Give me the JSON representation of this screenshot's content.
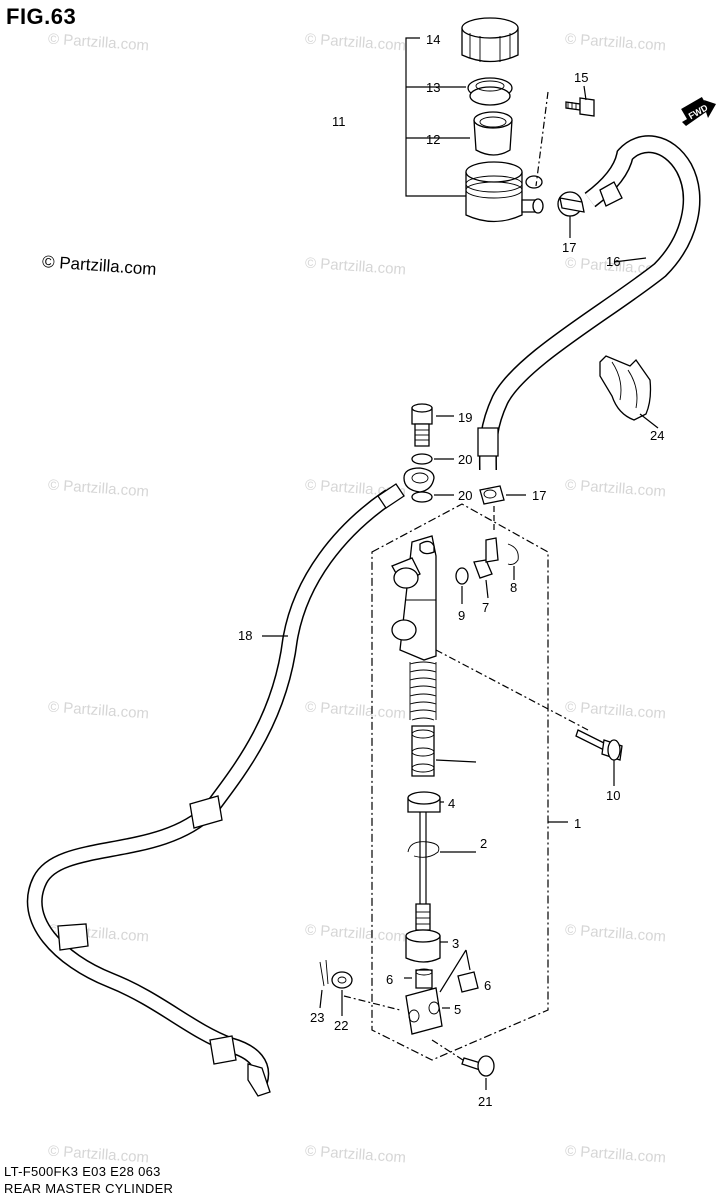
{
  "figure": {
    "title": "FIG.63",
    "model_code": "LT-F500FK3 E03 E28  063",
    "caption": "REAR MASTER CYLINDER"
  },
  "watermark": {
    "text": "© Partzilla.com",
    "strong_text": "© Partzilla.com"
  },
  "direction_badge": {
    "label": "FWD"
  },
  "callouts": [
    "1",
    "2",
    "3",
    "4",
    "5",
    "6",
    "6",
    "7",
    "8",
    "9",
    "10",
    "11",
    "12",
    "13",
    "14",
    "15",
    "16",
    "17",
    "17",
    "18",
    "19",
    "20",
    "20",
    "21",
    "22",
    "23",
    "24"
  ]
}
